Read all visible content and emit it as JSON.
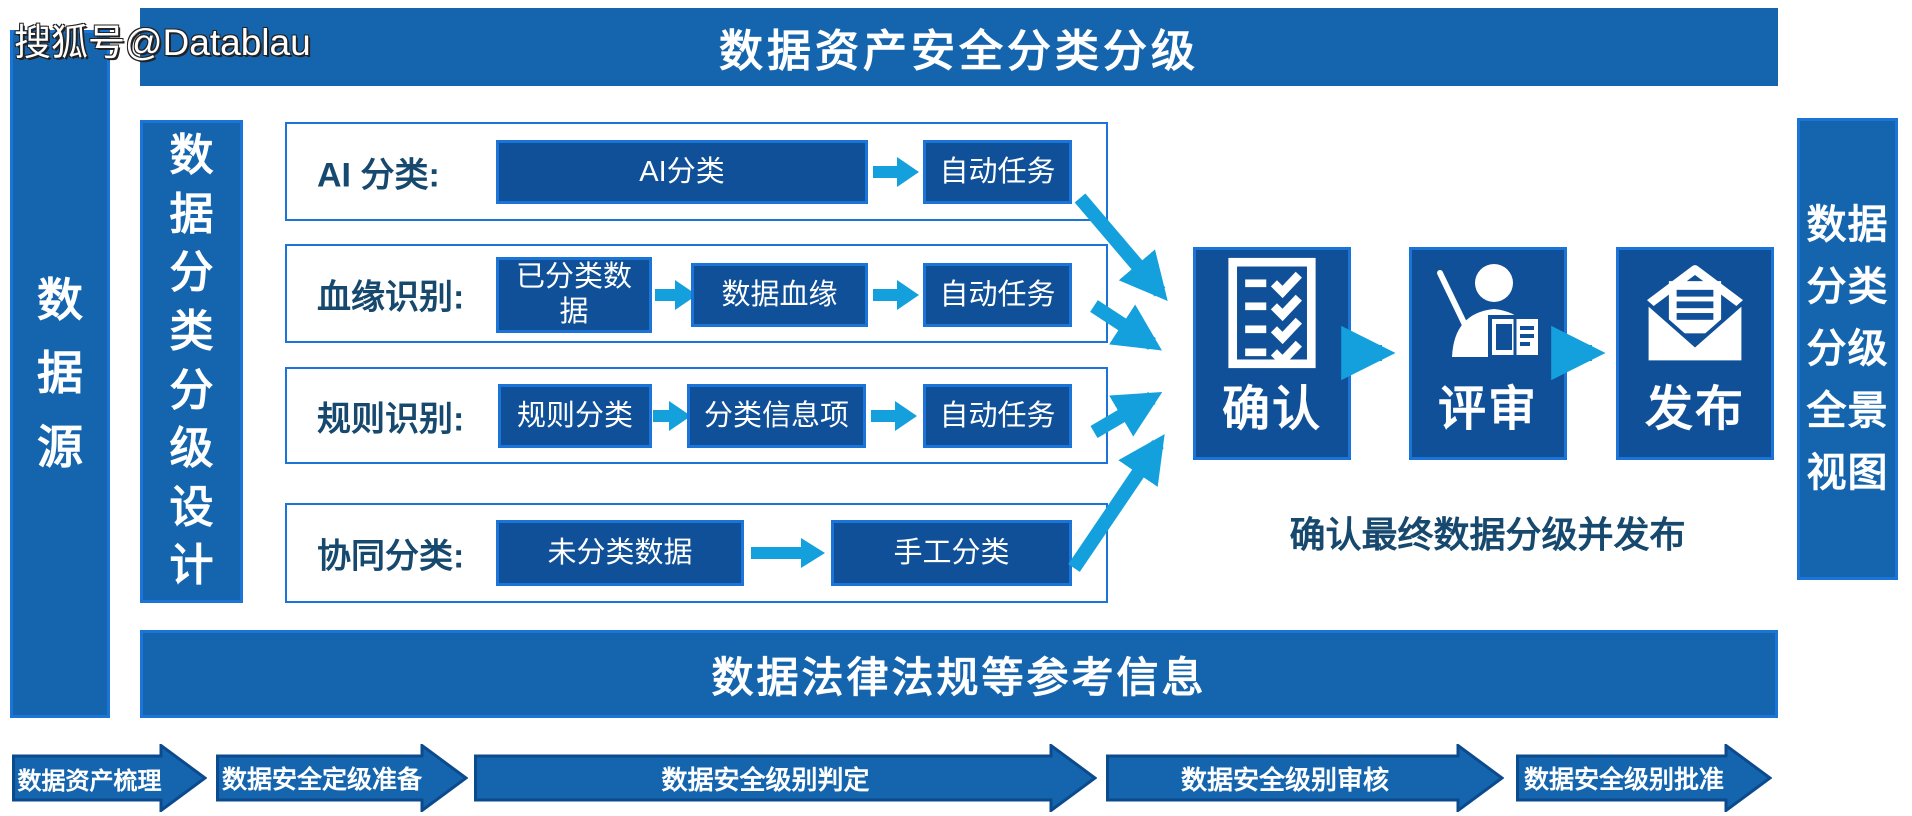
{
  "watermark": "搜狐号@Datablau",
  "title": "数据资产安全分类分级",
  "left_bar": "数据源",
  "design_bar": "数据分类分级设计",
  "right_bar": {
    "lines": [
      "数据",
      "分类",
      "分级",
      "全景",
      "视图"
    ]
  },
  "rows": [
    {
      "label": "AI 分类:",
      "boxes": [
        "AI分类",
        "自动任务"
      ]
    },
    {
      "label": "血缘识别:",
      "boxes": [
        "已分类数据",
        "数据血缘",
        "自动任务"
      ]
    },
    {
      "label": "规则识别:",
      "boxes": [
        "规则分类",
        "分类信息项",
        "自动任务"
      ]
    },
    {
      "label": "协同分类:",
      "boxes": [
        "未分类数据",
        "手工分类"
      ]
    }
  ],
  "stages": [
    {
      "label": "确认",
      "icon": "checklist-icon"
    },
    {
      "label": "评审",
      "icon": "reviewer-icon"
    },
    {
      "label": "发布",
      "icon": "publish-envelope-icon"
    }
  ],
  "caption": "确认最终数据分级并发布",
  "banner": "数据法律法规等参考信息",
  "chevrons": [
    "数据资产梳理",
    "数据安全定级准备",
    "数据安全级别判定",
    "数据安全级别审核",
    "数据安全级别批准"
  ],
  "colors": {
    "bar_blue": "#1565ae",
    "box_blue": "#0f5098",
    "border_blue": "#1b74d8",
    "arrow_cyan": "#14a0dc",
    "label_navy": "#17496e",
    "chevron_edge": "#0c4a8e"
  }
}
